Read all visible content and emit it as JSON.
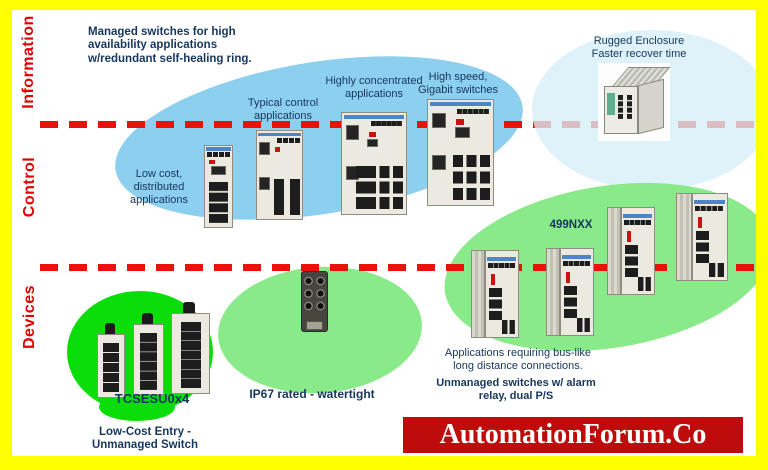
{
  "axis": {
    "rows": [
      {
        "label": "Information"
      },
      {
        "label": "Control"
      },
      {
        "label": "Devices"
      }
    ]
  },
  "notes": {
    "managed": "Managed switches for high\navailability applications\nw/redundant self-healing ring.",
    "rugged": "Rugged Enclosure\nFaster recover time"
  },
  "blue_group": {
    "low_cost": "Low cost,\ndistributed\napplications",
    "typical": "Typical control\napplications",
    "highly": "Highly concentrated\napplications",
    "high_speed": "High speed,\nGigabit switches"
  },
  "green_right_group": {
    "model": "499NXX",
    "desc": "Applications requiring bus-like\nlong distance connections.",
    "bold_desc": "Unmanaged switches w/ alarm\nrelay, dual P/S"
  },
  "green_circle_group": {
    "model": "TCSESU0x4",
    "caption": "Low-Cost Entry -\nUnmanaged Switch"
  },
  "ip67_group": {
    "caption": "IP67 rated - watertight"
  },
  "banner": {
    "text": "AutomationForum.Co"
  },
  "colors": {
    "border": "#ffff00",
    "category_label": "#e00000",
    "dashed_line": "#e8120b",
    "note_text": "#17365d",
    "blue_ellipse": "#8ccfee",
    "light_blue_ellipse": "#d9eef7",
    "pale_green_ellipse": "#89ea89",
    "bright_green_circle": "#0bdd0b",
    "banner_bg": "#be0b0b",
    "banner_text": "#ffffff"
  }
}
